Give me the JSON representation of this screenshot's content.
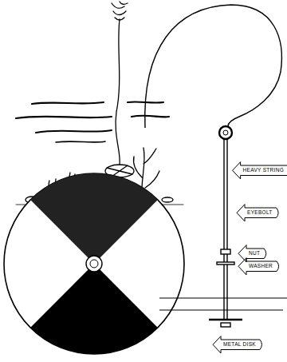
{
  "diagram": {
    "labels": [
      "HEAVY STRING",
      "EYEBOLT",
      "NUT",
      "WASHER",
      "METAL DISK"
    ]
  }
}
